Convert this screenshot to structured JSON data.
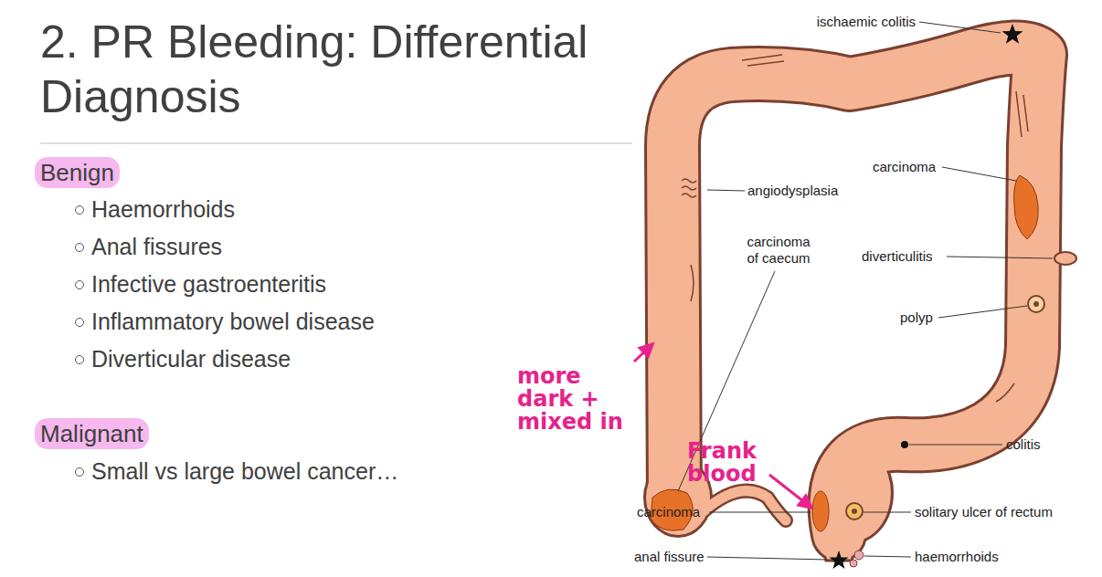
{
  "diagram": {
    "title": "2. PR Bleeding: Differential Diagnosis",
    "nodes": [
      {
        "text": [
          "Benign"
        ]
      },
      {
        "text": [
          "Malignant"
        ]
      }
    ],
    "labels": [
      "Haemorrhoids",
      "Anal fissures",
      "Infective gastroenteritis",
      "Inflammatory bowel disease",
      "Diverticular disease",
      "Small vs large bowel cancer…",
      "ischaemic colitis",
      "angiodysplasia",
      "carcinoma",
      "carcinoma of caecum",
      "diverticulitis",
      "polyp",
      "more dark + mixed in",
      "colitis",
      "Frank blood",
      "carcinoma",
      "solitary ulcer of rectum",
      "anal fissure",
      "haemorrhoids"
    ]
  }
}
